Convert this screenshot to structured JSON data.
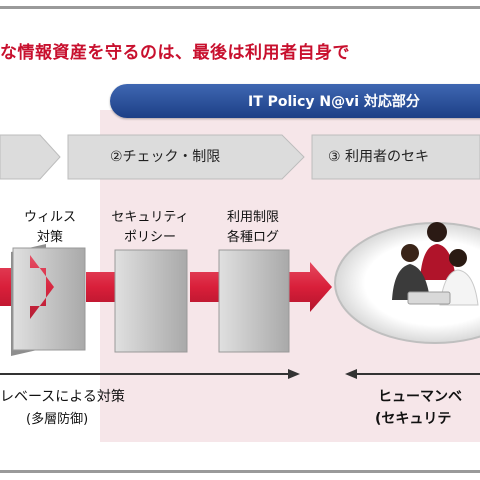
{
  "headline": "な情報資産を守るのは、最後は利用者自身で",
  "navi_banner": {
    "label": "IT Policy N@vi 対応部分"
  },
  "steps": [
    {
      "label": ""
    },
    {
      "label": "②チェック・制限"
    },
    {
      "label": "③ 利用者のセキ"
    }
  ],
  "columns": [
    {
      "line1": "ウィルス",
      "line2": "対策"
    },
    {
      "line1": "セキュリティ",
      "line2": "ポリシー"
    },
    {
      "line1": "利用制限",
      "line2": "各種ログ"
    }
  ],
  "bottom_left": {
    "line1": "レベースによる対策",
    "line2": "(多層防御)"
  },
  "bottom_right": {
    "line1": "ヒューマンベ",
    "line2": "(セキュリテ"
  },
  "colors": {
    "headline": "#c8102e",
    "pink_area": "#f6e6e9",
    "banner": "#2a4f9c",
    "red_arrow": "#d91f3a",
    "grey_arrow": "#d6d6d6",
    "panel": "#c9c9c9"
  }
}
